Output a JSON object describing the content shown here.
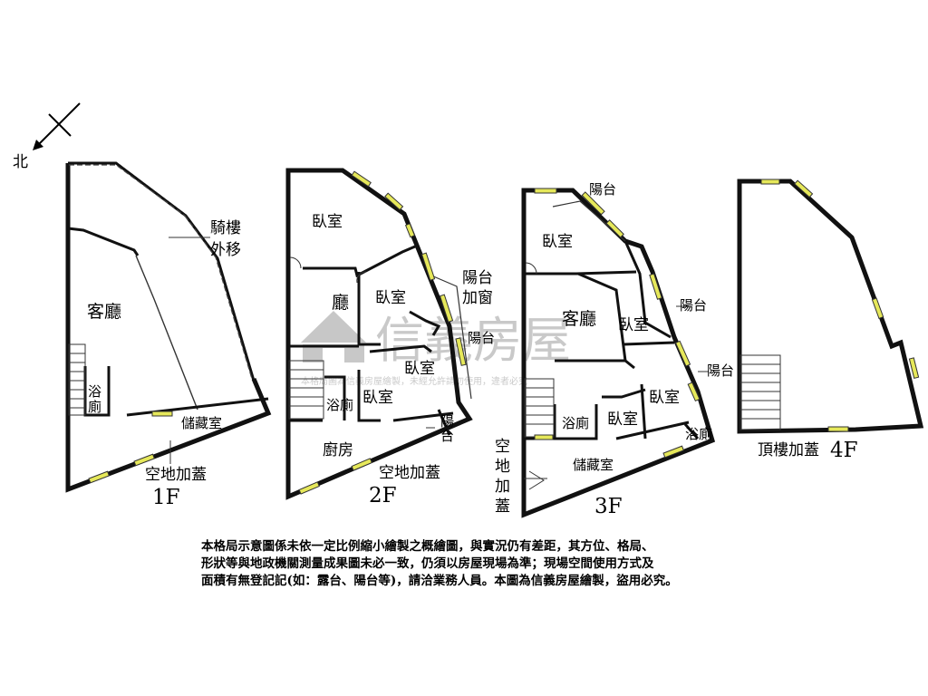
{
  "compass": {
    "label": "北"
  },
  "floors": [
    {
      "name": "1F",
      "rooms": {
        "living": "客廳",
        "arcade_1": "騎樓",
        "arcade_2": "外移",
        "bath_1": "浴",
        "bath_2": "廁",
        "storage": "儲藏室",
        "yard": "空地加蓋"
      }
    },
    {
      "name": "2F",
      "rooms": {
        "bedroom_a": "臥室",
        "hall": "廳",
        "bedroom_b": "臥室",
        "bedroom_c": "臥室",
        "bedroom_d": "臥室",
        "bath": "浴廁",
        "balcony_window_1": "陽台",
        "balcony_window_2": "加窗",
        "balcony_inner": "陽台",
        "balcony_1": "陽",
        "balcony_2": "台",
        "kitchen": "廚房",
        "yard": "空地加蓋"
      }
    },
    {
      "name": "3F",
      "rooms": {
        "balcony_top": "陽台",
        "bedroom_a": "臥室",
        "living": "客廳",
        "bedroom_b": "臥室",
        "balcony_right_1": "陽台",
        "balcony_right_2": "陽台",
        "bedroom_c": "臥室",
        "bedroom_d": "臥室",
        "bath_left": "浴廁",
        "bath_right": "浴廁",
        "storage": "儲藏室",
        "yard": [
          "空",
          "地",
          "加",
          "蓋"
        ]
      }
    },
    {
      "name": "4F",
      "rooms": {
        "roof": "頂樓加蓋"
      }
    }
  ],
  "watermark": {
    "brand": "信義房屋",
    "sub": "本格局圖為信義房屋繪製，未經允許請勿使用，違者必究"
  },
  "notes": [
    "本格局示意圖係未依一定比例縮小繪製之概繪圖，與實況仍有差距，其方位、格局、",
    "形狀等與地政機關測量成果圖未必一致，仍須以房屋現場為準；現場空間使用方式及",
    "面積有無登記記(如：露台、陽台等)，請洽業務人員。本圖為信義房屋繪製，盜用必究。"
  ]
}
